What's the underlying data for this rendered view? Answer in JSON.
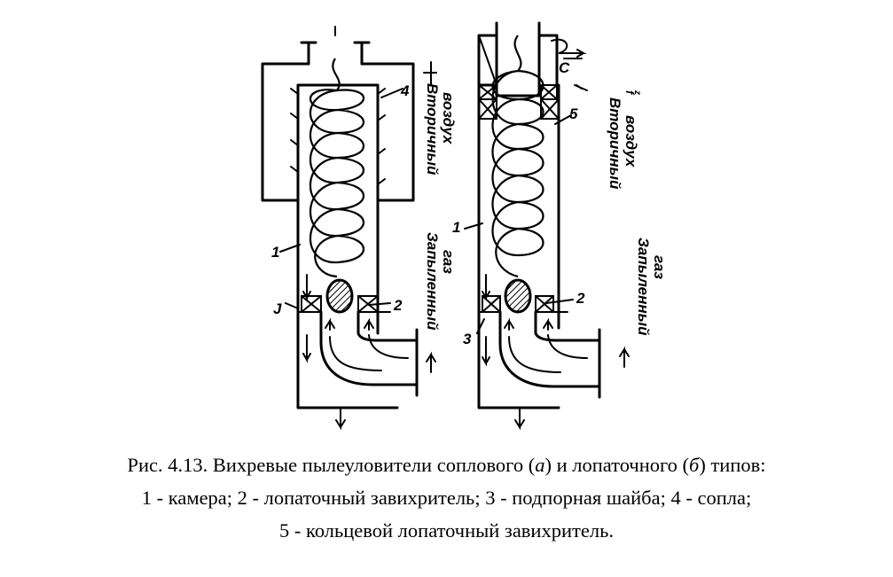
{
  "figure": {
    "left_unit": {
      "labels": {
        "camera": "1",
        "swirler": "2",
        "washer": "J",
        "nozzles": "4"
      },
      "secondary_air": {
        "line1": "Вторичный",
        "line2": "воздух"
      },
      "dusty_gas": {
        "line1": "Запыленный",
        "line2": "газ"
      }
    },
    "right_unit": {
      "labels": {
        "camera": "1",
        "swirler": "2",
        "washer": "3",
        "ring_swirler": "5",
        "top_mark": "C",
        "small_mark": "f",
        "small_mark_sub": "z"
      },
      "secondary_air": {
        "line1": "Вторичный",
        "line2": "воздух"
      },
      "dusty_gas": {
        "line1": "Запыленный",
        "line2": "газ"
      }
    }
  },
  "caption": {
    "line1_prefix": "Рис. 4.13. Вихревые пылеуловители соплового (",
    "line1_a": "а",
    "line1_mid": ") и лопаточного (",
    "line1_b": "б",
    "line1_suffix": ") типов:",
    "line2": "1 - камера; 2 - лопаточный завихритель; 3 - подпорная шайба; 4 - сопла;",
    "line3": "5 - кольцевой лопаточный завихритель."
  }
}
